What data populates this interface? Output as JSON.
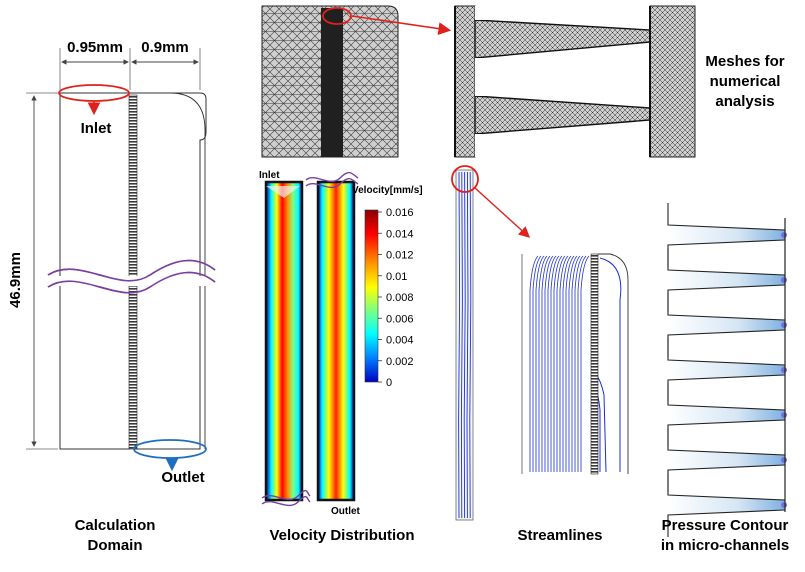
{
  "calculation_domain": {
    "width_left": "0.95mm",
    "width_right": "0.9mm",
    "height": "46.9mm",
    "inlet_label": "Inlet",
    "outlet_label": "Outlet",
    "caption_line1": "Calculation",
    "caption_line2": "Domain",
    "colors": {
      "inlet": "#e0201a",
      "outlet": "#1f6fbf",
      "break": "#7a3fa0"
    }
  },
  "mesh": {
    "title_line1": "Meshes for",
    "title_line2": "numerical",
    "title_line3": "analysis",
    "colors": {
      "callout": "#e0201a",
      "mesh_fill": "#c8c8c8"
    }
  },
  "velocity": {
    "inlet_label": "Inlet",
    "outlet_label": "Outlet",
    "legend_title": "Velocity[mm/s]",
    "ticks": [
      "0.016",
      "0.014",
      "0.012",
      "0.01",
      "0.008",
      "0.006",
      "0.004",
      "0.002",
      "0"
    ],
    "caption": "Velocity Distribution",
    "colormap": [
      "#8b0000",
      "#ff0000",
      "#ff8c00",
      "#ffff00",
      "#7fff7f",
      "#00ffff",
      "#0080ff",
      "#0000c0"
    ]
  },
  "streamlines": {
    "caption": "Streamlines",
    "colors": {
      "line": "#1a2fd0",
      "callout": "#e0201a"
    }
  },
  "pressure": {
    "caption_line1": "Pressure Contour",
    "caption_line2": "in micro-channels",
    "colors": {
      "contour": "#a6c8e8",
      "node": "#6f6fe0"
    }
  }
}
